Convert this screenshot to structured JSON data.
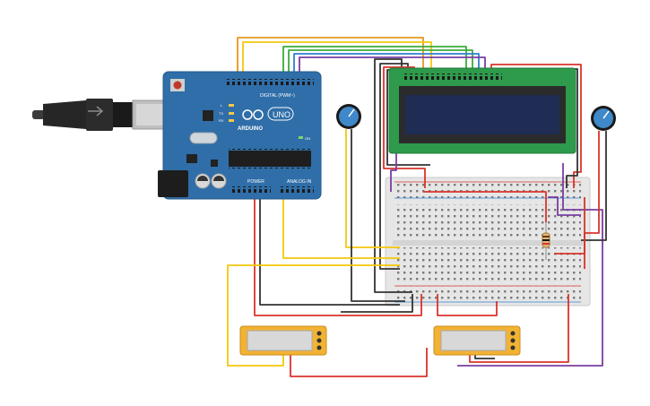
{
  "arduino": {
    "brand": "ARDUINO",
    "model": "UNO",
    "digital_label": "DIGITAL (PWM~)",
    "power_label": "POWER",
    "analog_label": "ANALOG IN",
    "pin_l": "L",
    "pin_tx": "TX",
    "pin_rx": "RX",
    "on_label": "ON"
  },
  "colors": {
    "board": "#2f6ea8",
    "breadboard": "#e6e6e6",
    "lcd_frame": "#2e9a4b",
    "lcd_screen": "#1f2d55",
    "multimeter": "#f2b233",
    "wire_red": "#d9342b",
    "wire_black": "#333333",
    "wire_yellow": "#f3c80a",
    "wire_orange": "#e8961e",
    "wire_green": "#3cab3c",
    "wire_blue": "#2f7fd0",
    "wire_purple": "#7a3ea0"
  },
  "icons": [
    "usb-cable-icon",
    "potentiometer-knob-icon",
    "resistor-icon",
    "multimeter-dial-icon"
  ]
}
